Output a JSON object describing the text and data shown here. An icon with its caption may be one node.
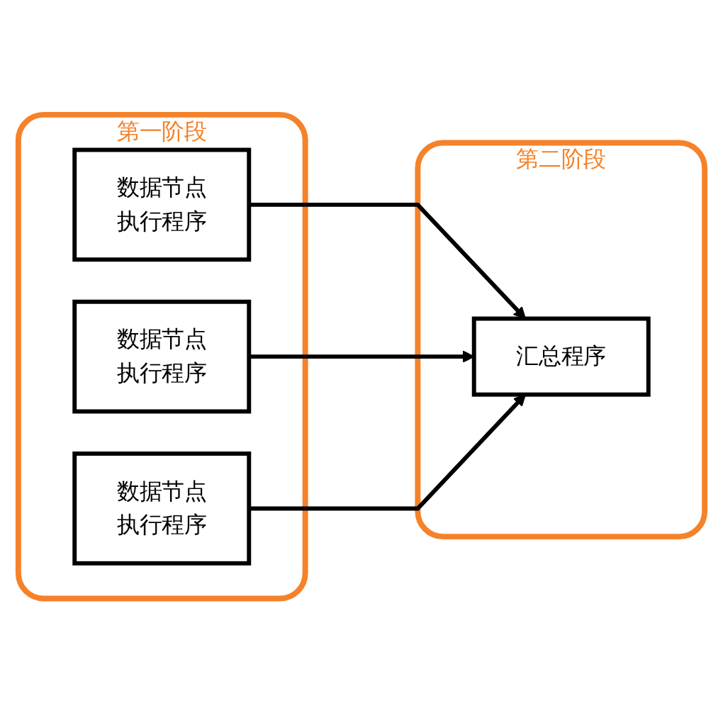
{
  "diagram": {
    "nodes": [
      {
        "text": [
          "第一阶段"
        ]
      },
      {
        "text": [
          "数据节点",
          "执行程序"
        ],
        "in": 0
      },
      {
        "text": [
          "数据节点",
          "执行程序"
        ],
        "in": 0
      },
      {
        "text": [
          "数据节点",
          "执行程序"
        ],
        "in": 0
      },
      {
        "text": [
          "第二阶段"
        ]
      },
      {
        "text": [
          "汇总程序"
        ],
        "in": 4
      }
    ],
    "edges": [
      {
        "from": 1,
        "to": 5,
        "arrow": "to"
      },
      {
        "from": 2,
        "to": 5,
        "arrow": "to"
      },
      {
        "from": 3,
        "to": 5,
        "arrow": "to"
      }
    ]
  }
}
